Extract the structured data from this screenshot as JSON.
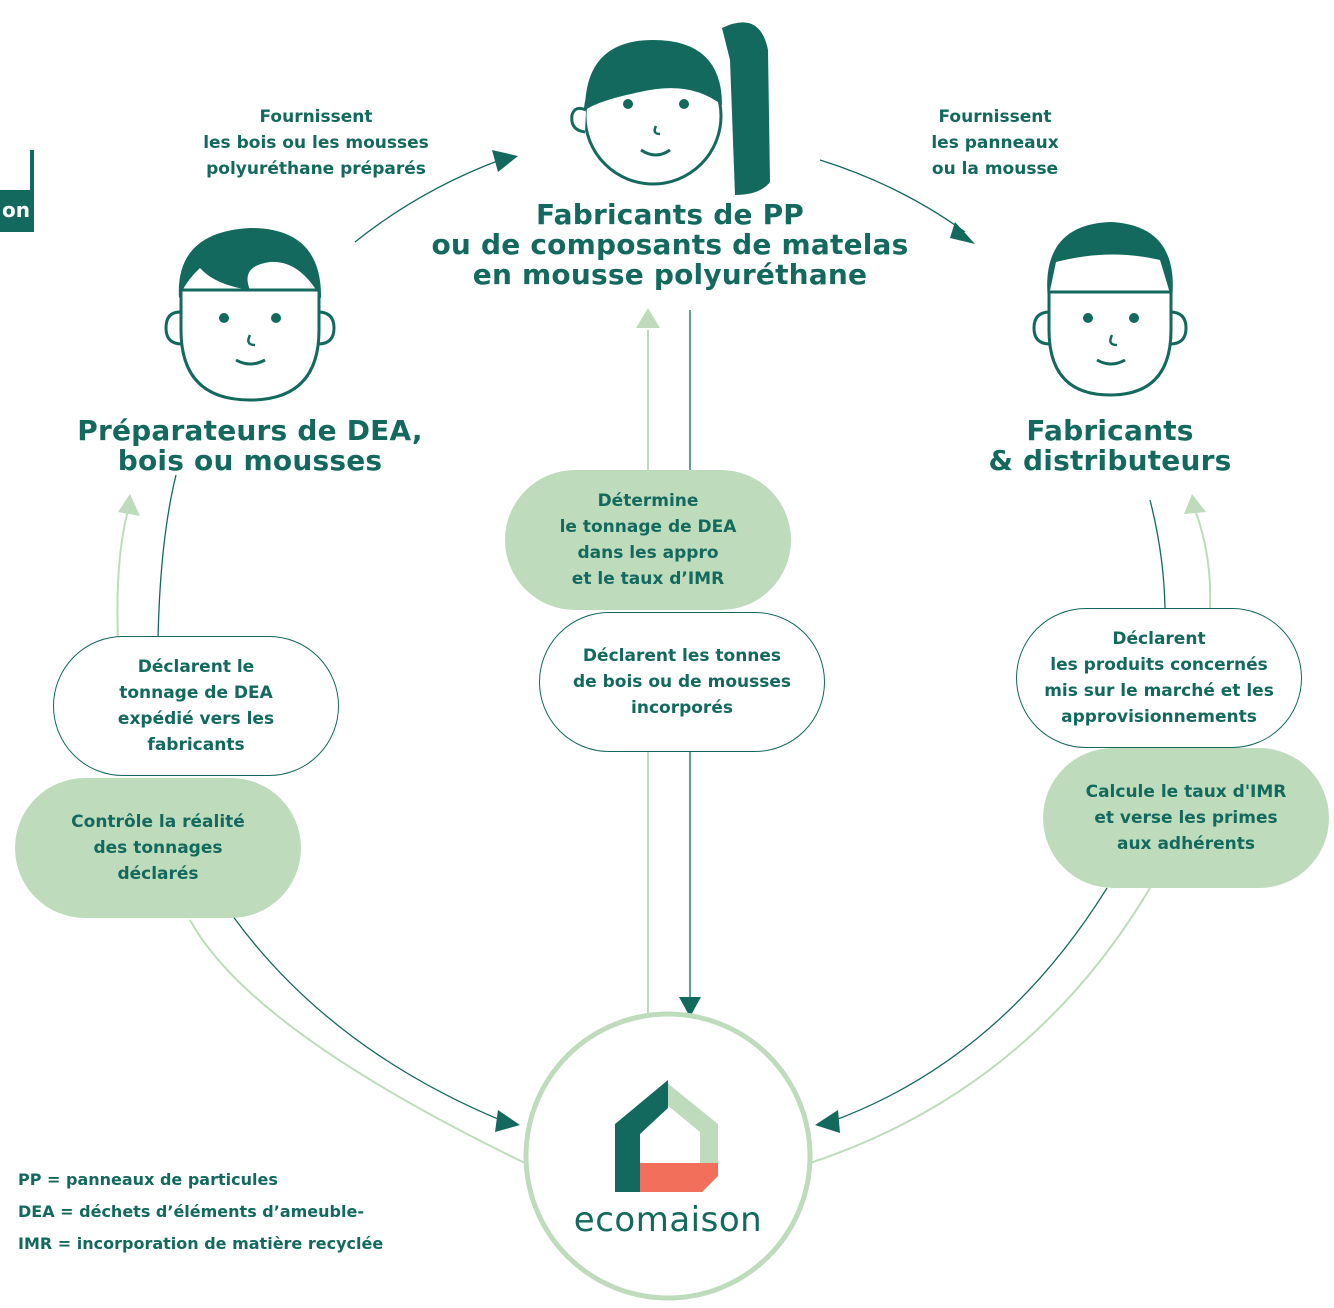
{
  "colors": {
    "dark": "#13695d",
    "light": "#bedcbc",
    "coral": "#f2705b"
  },
  "edge_tab": {
    "text": "on"
  },
  "actors": {
    "top": "Fabricants de PP\nou de composants de matelas\nen mousse polyuréthane",
    "left": "Préparateurs de DEA,\nbois ou mousses",
    "right": "Fabricants\n& distributeurs"
  },
  "flows": {
    "left_to_top": "Fournissent\nles bois ou les mousses\npolyuréthane préparés",
    "top_to_right": "Fournissent\nles panneaux\nou la mousse"
  },
  "boxes": {
    "center_fill": "Détermine\nle tonnage de DEA\ndans les appro\net le taux d’IMR",
    "center_out": "Déclarent les tonnes\nde bois ou de mousses\nincorporés",
    "left_out": "Déclarent le\ntonnage de DEA\nexpédié vers les\nfabricants",
    "left_fill": "Contrôle la réalité\ndes tonnages\ndéclarés",
    "right_out": "Déclarent\nles produits concernés\nmis sur le marché et les\napprovisionnements",
    "right_fill": "Calcule le taux d'IMR\net verse les primes\naux adhérents"
  },
  "logo": {
    "text": "ecomaison"
  },
  "legend": [
    {
      "abbr": "PP",
      "text": " = panneaux de particules"
    },
    {
      "abbr": "DEA",
      "text": " = déchets d’éléments d’ameuble-"
    },
    {
      "abbr": "IMR",
      "text": " = incorporation de matière recyclée"
    }
  ]
}
